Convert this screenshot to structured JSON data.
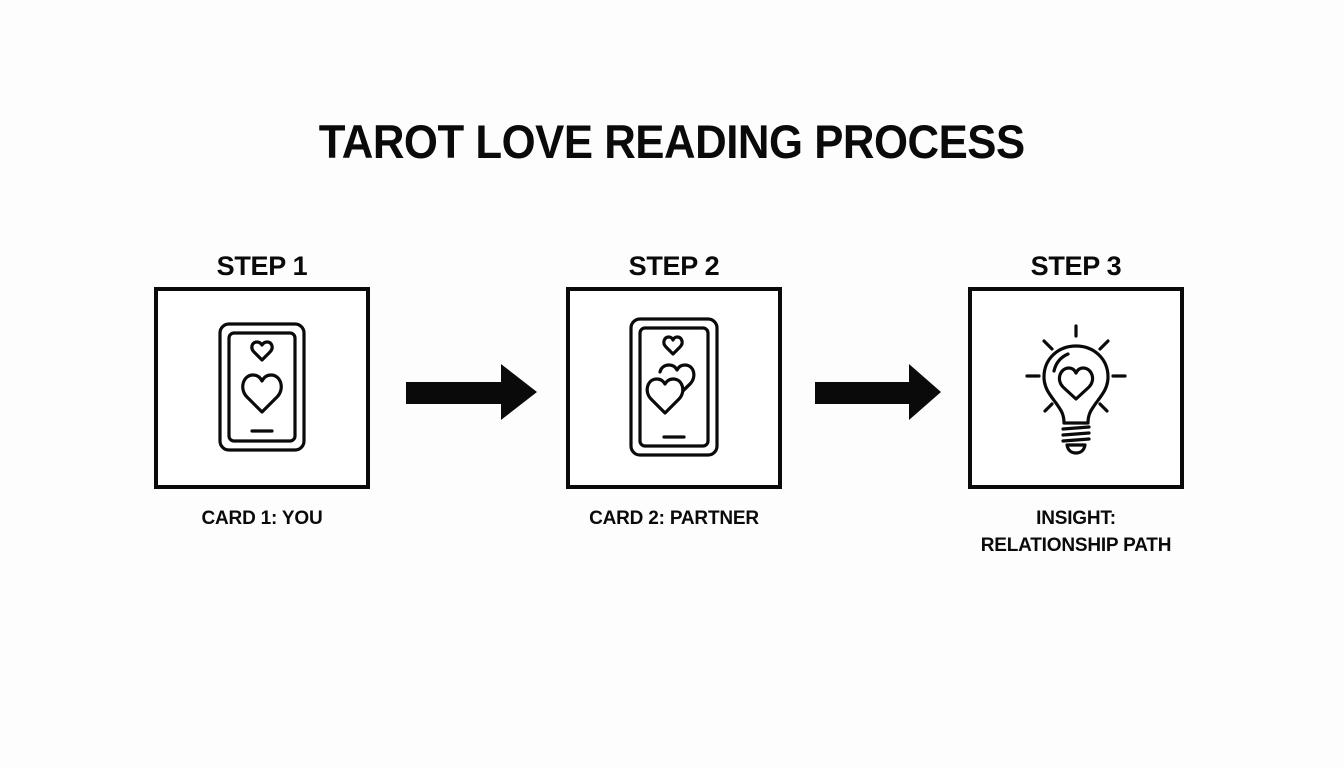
{
  "diagram": {
    "title": "TAROT LOVE READING PROCESS",
    "steps": [
      {
        "label": "STEP 1",
        "icon": "tarot-card-heart-icon",
        "caption_lines": [
          "CARD 1: YOU"
        ]
      },
      {
        "label": "STEP 2",
        "icon": "tarot-card-two-hearts-icon",
        "caption_lines": [
          "CARD 2: PARTNER"
        ]
      },
      {
        "label": "STEP 3",
        "icon": "lightbulb-heart-icon",
        "caption_lines": [
          "INSIGHT:",
          "RELATIONSHIP PATH"
        ]
      }
    ],
    "connectors": [
      {
        "from": "STEP 1",
        "to": "STEP 2",
        "icon": "arrow-right-icon"
      },
      {
        "from": "STEP 2",
        "to": "STEP 3",
        "icon": "arrow-right-icon"
      }
    ],
    "colors": {
      "background": "#fdfdfd",
      "ink": "#0a0a0a",
      "box_fill": "#ffffff"
    }
  }
}
